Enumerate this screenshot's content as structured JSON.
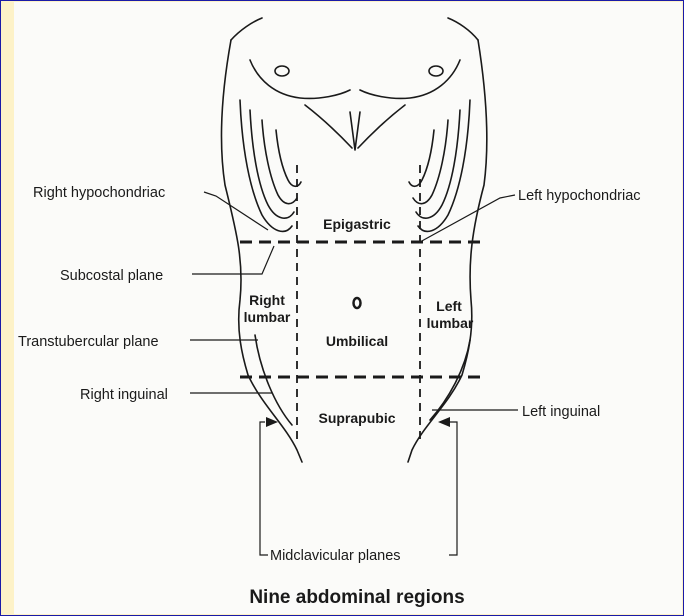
{
  "labels": {
    "right_hypochondriac": "Right hypochondriac",
    "left_hypochondriac": "Left hypochondriac",
    "epigastric": "Epigastric",
    "subcostal_plane": "Subcostal plane",
    "right_lumbar_1": "Right",
    "right_lumbar_2": "lumbar",
    "umbilical": "Umbilical",
    "left_lumbar_1": "Left",
    "left_lumbar_2": "lumbar",
    "transtubercular_plane": "Transtubercular plane",
    "right_inguinal": "Right inguinal",
    "suprapubic": "Suprapubic",
    "left_inguinal": "Left inguinal",
    "midclavicular_planes": "Midclavicular planes"
  },
  "caption": "Nine abdominal regions",
  "colors": {
    "border": "#1a1aa8",
    "background": "#FDF2C8",
    "page": "#FBFBF9",
    "ink": "#1a1a1a"
  }
}
